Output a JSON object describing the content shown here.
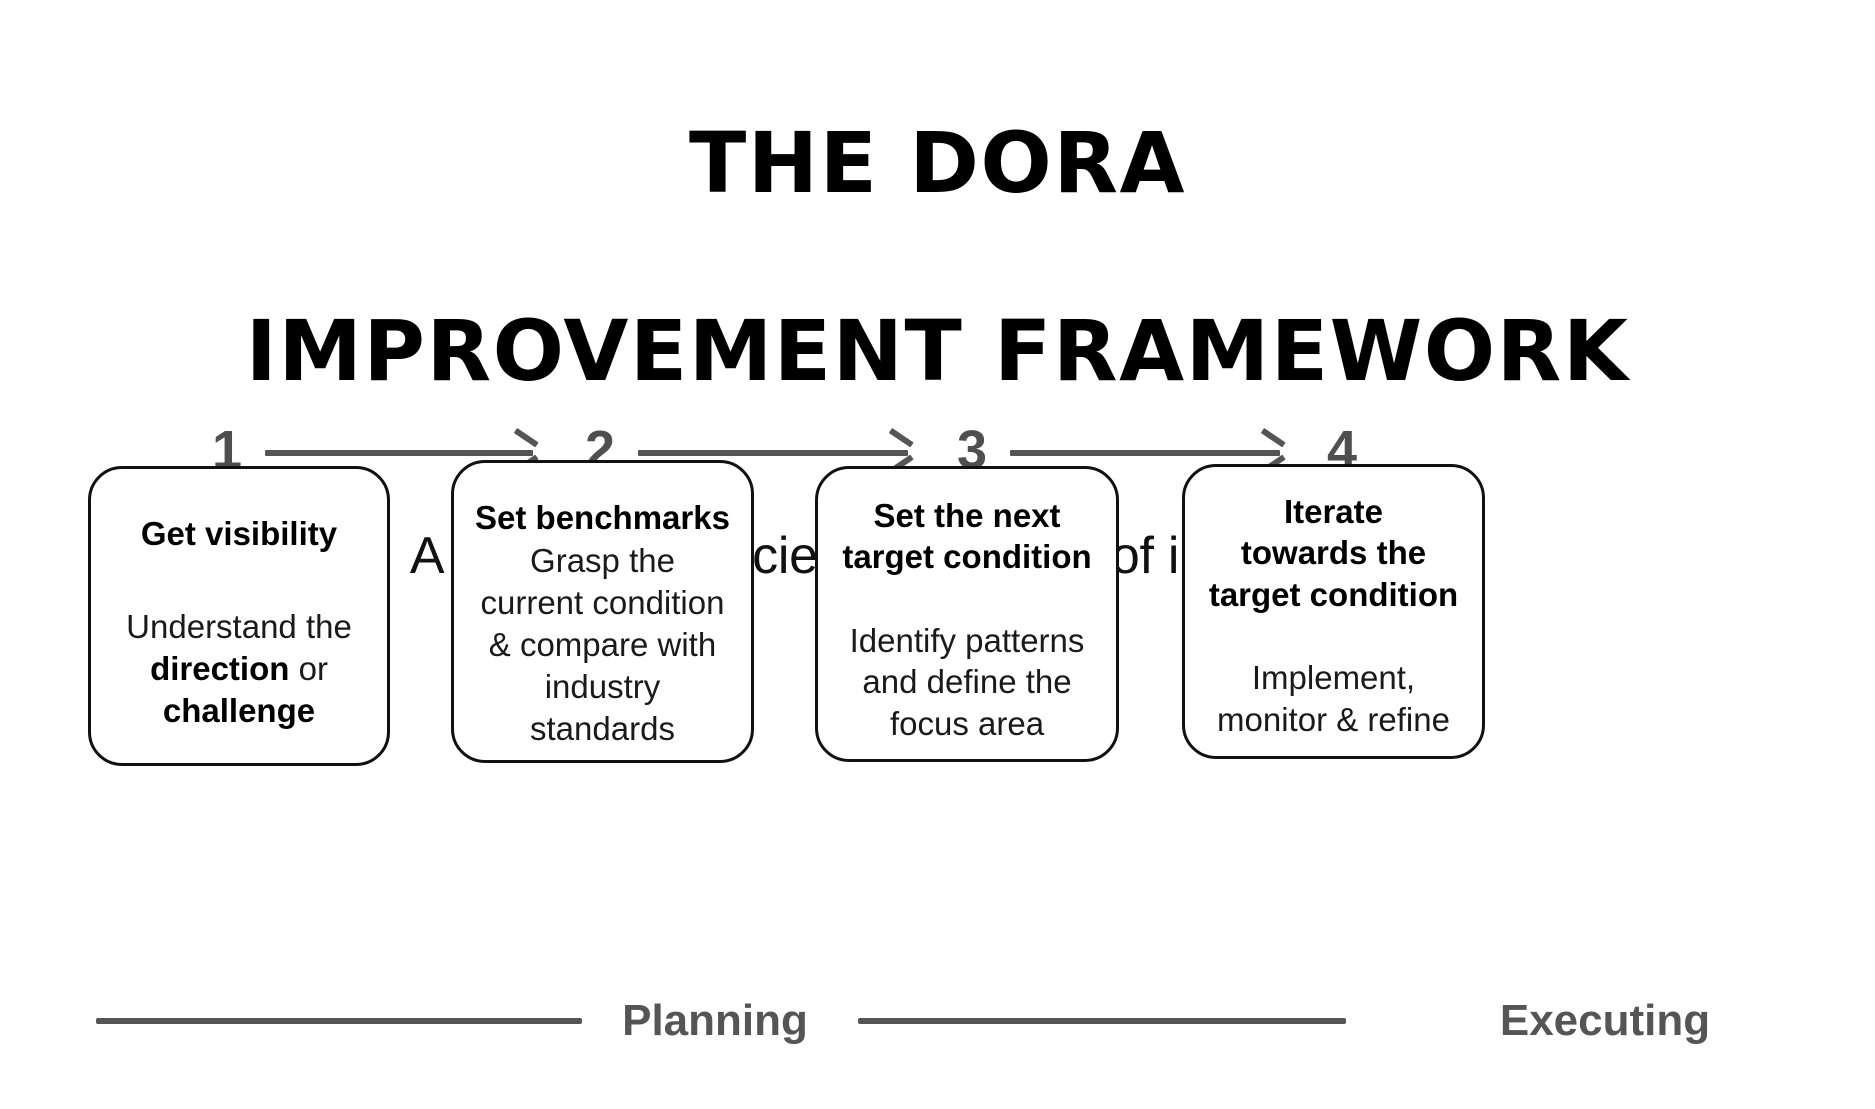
{
  "header": {
    "title_line_1": "THE DORA",
    "title_line_2": "IMPROVEMENT FRAMEWORK",
    "subtitle": "A systematic, scientific pattern of improvement"
  },
  "steps": [
    {
      "number": "1"
    },
    {
      "number": "2"
    },
    {
      "number": "3"
    },
    {
      "number": "4"
    }
  ],
  "cards": [
    {
      "step": "1",
      "heading": "Get visibility",
      "body_prefix": "Understand the\n",
      "body_bold_1": "direction",
      "body_mid": " or\n",
      "body_bold_2": "challenge"
    },
    {
      "step": "2",
      "heading": "Set benchmarks",
      "body": "Grasp the\ncurrent condition\n& compare with\nindustry\nstandards"
    },
    {
      "step": "3",
      "heading": "Set the next\ntarget condition",
      "body": "Identify patterns\nand define the\nfocus area"
    },
    {
      "step": "4",
      "heading": "Iterate\ntowards the\ntarget condition",
      "body": "Implement,\nmonitor & refine"
    }
  ],
  "phases": {
    "planning_label": "Planning",
    "executing_label": "Executing"
  },
  "colors": {
    "ink": "#000000",
    "gray": "#555555",
    "background": "#ffffff",
    "card_border": "#111111"
  }
}
